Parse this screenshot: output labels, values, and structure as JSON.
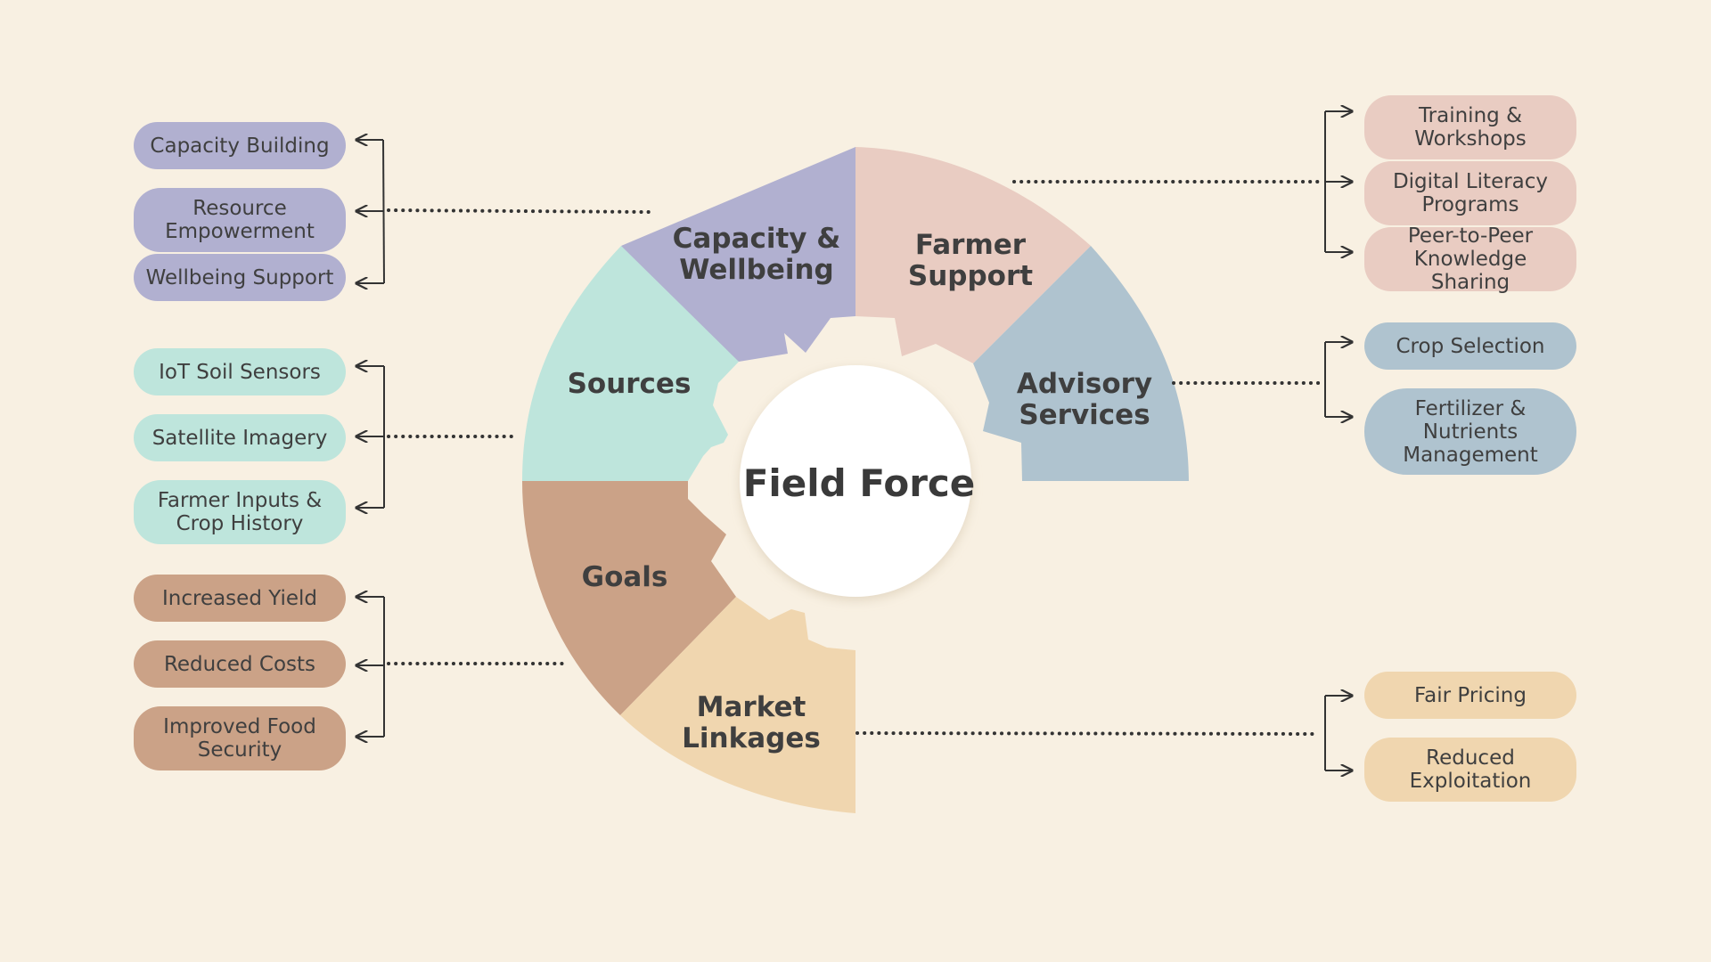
{
  "center_label": "Field Force",
  "colors": {
    "background": "#f8f0e2",
    "purple": "#b1b0d0",
    "pink": "#e9ccc2",
    "blue": "#afc3cf",
    "teal": "#bee5dc",
    "brown": "#cba287",
    "sand": "#f0d6af",
    "text": "#3f3f3f",
    "connector": "#333333"
  },
  "segments": [
    {
      "id": "capacity",
      "label": "Capacity &\nWellbeing",
      "color": "#b1b0d0"
    },
    {
      "id": "farmer",
      "label": "Farmer\nSupport",
      "color": "#e9ccc2"
    },
    {
      "id": "advisory",
      "label": "Advisory\nServices",
      "color": "#afc3cf"
    },
    {
      "id": "sources",
      "label": "Sources",
      "color": "#bee5dc"
    },
    {
      "id": "goals",
      "label": "Goals",
      "color": "#cba287"
    },
    {
      "id": "market",
      "label": "Market\nLinkages",
      "color": "#f0d6af"
    }
  ],
  "groups": {
    "capacity": [
      "Capacity Building",
      "Resource\nEmpowerment",
      "Wellbeing Support"
    ],
    "sources": [
      "IoT Soil Sensors",
      "Satellite Imagery",
      "Farmer Inputs &\nCrop History"
    ],
    "goals": [
      "Increased Yield",
      "Reduced Costs",
      "Improved Food\nSecurity"
    ],
    "farmer": [
      "Training &\nWorkshops",
      "Digital Literacy\nPrograms",
      "Peer-to-Peer\nKnowledge Sharing"
    ],
    "advisory": [
      "Crop Selection",
      "Fertilizer &\nNutrients\nManagement"
    ],
    "market": [
      "Fair Pricing",
      "Reduced\nExploitation"
    ]
  }
}
